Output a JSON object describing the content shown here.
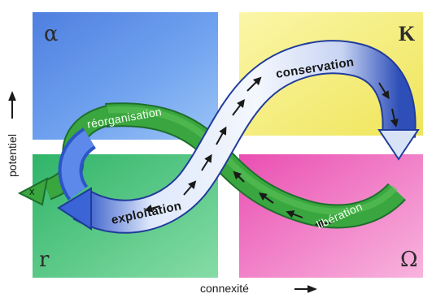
{
  "quadrants": {
    "top_left": {
      "label": "α",
      "color": "#5b8fe6"
    },
    "top_right": {
      "label": "K",
      "color": "#f2ec6a"
    },
    "bottom_left": {
      "label": "r",
      "color": "#3fbf73"
    },
    "bottom_right": {
      "label": "Ω",
      "color": "#f06cc0"
    }
  },
  "phases": {
    "conservation": "conservation",
    "exploitation": "exploitation",
    "reorganisation": "réorganisation",
    "liberation": "libération",
    "exit": "x"
  },
  "axes": {
    "y_label": "potentiel",
    "x_label": "connexité"
  }
}
